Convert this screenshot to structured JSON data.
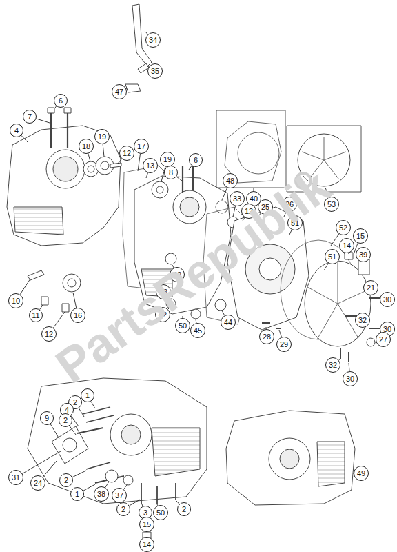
{
  "diagram": {
    "nodes": [
      {
        "text": [
          "34"
        ]
      },
      {
        "text": [
          "35"
        ]
      },
      {
        "text": [
          "47"
        ]
      },
      {
        "text": [
          "6"
        ]
      },
      {
        "text": [
          "7"
        ]
      },
      {
        "text": [
          "4"
        ]
      },
      {
        "text": [
          "18"
        ]
      },
      {
        "text": [
          "19"
        ]
      },
      {
        "text": [
          "12"
        ]
      },
      {
        "text": [
          "17"
        ]
      },
      {
        "text": [
          "13"
        ]
      },
      {
        "text": [
          "19"
        ]
      },
      {
        "text": [
          "6"
        ]
      },
      {
        "text": [
          "8"
        ]
      },
      {
        "text": [
          "40"
        ]
      },
      {
        "text": [
          "48"
        ]
      },
      {
        "text": [
          "33"
        ]
      },
      {
        "text": [
          "25"
        ]
      },
      {
        "text": [
          "12"
        ]
      },
      {
        "text": [
          "26"
        ]
      },
      {
        "text": [
          "51"
        ]
      },
      {
        "text": [
          "53"
        ]
      },
      {
        "text": [
          "52"
        ]
      },
      {
        "text": [
          "15"
        ]
      },
      {
        "text": [
          "14"
        ]
      },
      {
        "text": [
          "39"
        ]
      },
      {
        "text": [
          "51"
        ]
      },
      {
        "text": [
          "21"
        ]
      },
      {
        "text": [
          "30"
        ]
      },
      {
        "text": [
          "32"
        ]
      },
      {
        "text": [
          "30"
        ]
      },
      {
        "text": [
          "27"
        ]
      },
      {
        "text": [
          "32"
        ]
      },
      {
        "text": [
          "30"
        ]
      },
      {
        "text": [
          "10"
        ]
      },
      {
        "text": [
          "11"
        ]
      },
      {
        "text": [
          "12"
        ]
      },
      {
        "text": [
          "16"
        ]
      },
      {
        "text": [
          "23"
        ]
      },
      {
        "text": [
          "22"
        ]
      },
      {
        "text": [
          "42"
        ]
      },
      {
        "text": [
          "50"
        ]
      },
      {
        "text": [
          "45"
        ]
      },
      {
        "text": [
          "44"
        ]
      },
      {
        "text": [
          "28"
        ]
      },
      {
        "text": [
          "29"
        ]
      },
      {
        "text": [
          "1"
        ]
      },
      {
        "text": [
          "2"
        ]
      },
      {
        "text": [
          "4"
        ]
      },
      {
        "text": [
          "9"
        ]
      },
      {
        "text": [
          "2"
        ]
      },
      {
        "text": [
          "31"
        ]
      },
      {
        "text": [
          "24"
        ]
      },
      {
        "text": [
          "2"
        ]
      },
      {
        "text": [
          "1"
        ]
      },
      {
        "text": [
          "38"
        ]
      },
      {
        "text": [
          "37"
        ]
      },
      {
        "text": [
          "2"
        ]
      },
      {
        "text": [
          "3"
        ]
      },
      {
        "text": [
          "50"
        ]
      },
      {
        "text": [
          "2"
        ]
      },
      {
        "text": [
          "49"
        ]
      },
      {
        "text": [
          "15"
        ]
      },
      {
        "text": [
          "14"
        ]
      }
    ],
    "labels": [
      "PartsRepublik"
    ]
  }
}
